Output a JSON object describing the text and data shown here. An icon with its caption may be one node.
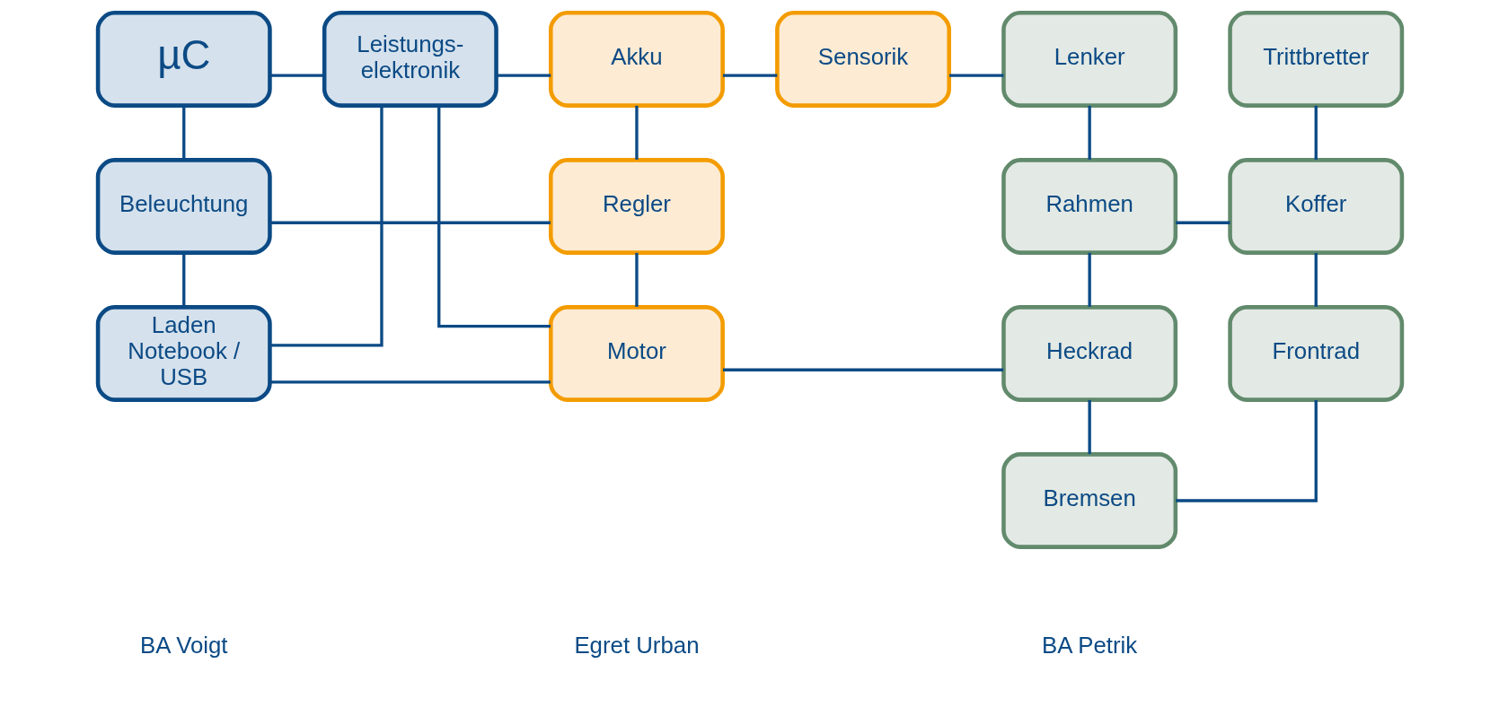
{
  "diagram": {
    "nodes": [
      {
        "text": [
          "µC"
        ]
      },
      {
        "text": [
          "Leistungs- elektronik"
        ]
      },
      {
        "text": [
          "Akku"
        ]
      },
      {
        "text": [
          "Sensorik"
        ]
      },
      {
        "text": [
          "Lenker"
        ]
      },
      {
        "text": [
          "Trittbretter"
        ]
      },
      {
        "text": [
          "Beleuchtung"
        ]
      },
      {
        "text": [
          "Regler"
        ]
      },
      {
        "text": [
          "Rahmen"
        ]
      },
      {
        "text": [
          "Koffer"
        ]
      },
      {
        "text": [
          "Laden Notebook / USB"
        ]
      },
      {
        "text": [
          "Motor"
        ]
      },
      {
        "text": [
          "Heckrad"
        ]
      },
      {
        "text": [
          "Frontrad"
        ]
      },
      {
        "text": [
          "Bremsen"
        ]
      }
    ],
    "edges": [
      {
        "from": 0,
        "to": 1,
        "arrow": "none"
      },
      {
        "from": 1,
        "to": 2,
        "arrow": "none"
      },
      {
        "from": 2,
        "to": 3,
        "arrow": "none"
      },
      {
        "from": 3,
        "to": 4,
        "arrow": "none"
      },
      {
        "from": 0,
        "to": 6,
        "arrow": "none"
      },
      {
        "from": 1,
        "to": 10,
        "arrow": "none"
      },
      {
        "from": 1,
        "to": 11,
        "arrow": "none"
      },
      {
        "from": 2,
        "to": 7,
        "arrow": "none"
      },
      {
        "from": 4,
        "to": 8,
        "arrow": "none"
      },
      {
        "from": 5,
        "to": 9,
        "arrow": "none"
      },
      {
        "from": 6,
        "to": 7,
        "arrow": "none"
      },
      {
        "from": 8,
        "to": 9,
        "arrow": "none"
      },
      {
        "from": 6,
        "to": 10,
        "arrow": "none"
      },
      {
        "from": 7,
        "to": 11,
        "arrow": "none"
      },
      {
        "from": 8,
        "to": 12,
        "arrow": "none"
      },
      {
        "from": 9,
        "to": 13,
        "arrow": "none"
      },
      {
        "from": 10,
        "to": 11,
        "arrow": "none"
      },
      {
        "from": 11,
        "to": 12,
        "arrow": "none"
      },
      {
        "from": 12,
        "to": 14,
        "arrow": "none"
      },
      {
        "from": 14,
        "to": 13,
        "arrow": "none"
      }
    ],
    "labels": [
      "BA Voigt",
      "Egret Urban",
      "BA Petrik"
    ]
  }
}
